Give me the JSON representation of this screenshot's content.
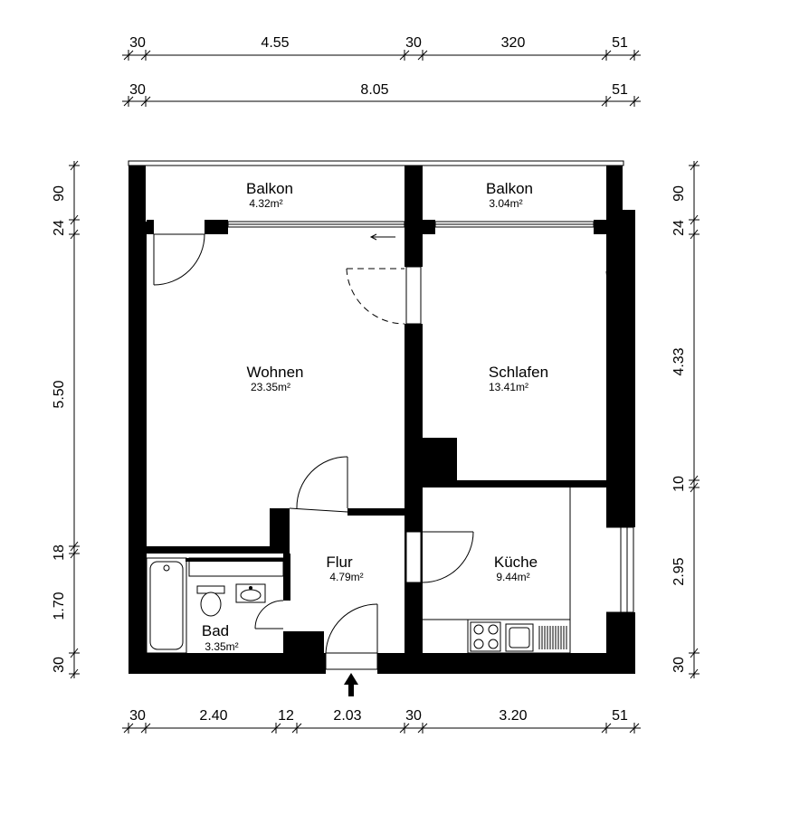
{
  "dimensions": {
    "top_row1": [
      "30",
      "4.55",
      "30",
      "320",
      "51"
    ],
    "top_row2": [
      "30",
      "8.05",
      "51"
    ],
    "bottom_row": [
      "30",
      "2.40",
      "12",
      "2.03",
      "30",
      "3.20",
      "51"
    ],
    "left_col": [
      "90",
      "24",
      "5.50",
      "18",
      "1.70",
      "30"
    ],
    "right_col": [
      "90",
      "24",
      "4.33",
      "10",
      "2.95",
      "30"
    ]
  },
  "rooms": {
    "balkon_left": {
      "name": "Balkon",
      "area": "4.32m²"
    },
    "balkon_right": {
      "name": "Balkon",
      "area": "3.04m²"
    },
    "wohnen": {
      "name": "Wohnen",
      "area": "23.35m²"
    },
    "schlafen": {
      "name": "Schlafen",
      "area": "13.41m²"
    },
    "flur": {
      "name": "Flur",
      "area": "4.79m²"
    },
    "kueche": {
      "name": "Küche",
      "area": "9.44m²"
    },
    "bad": {
      "name": "Bad",
      "area": "3.35m²"
    }
  }
}
